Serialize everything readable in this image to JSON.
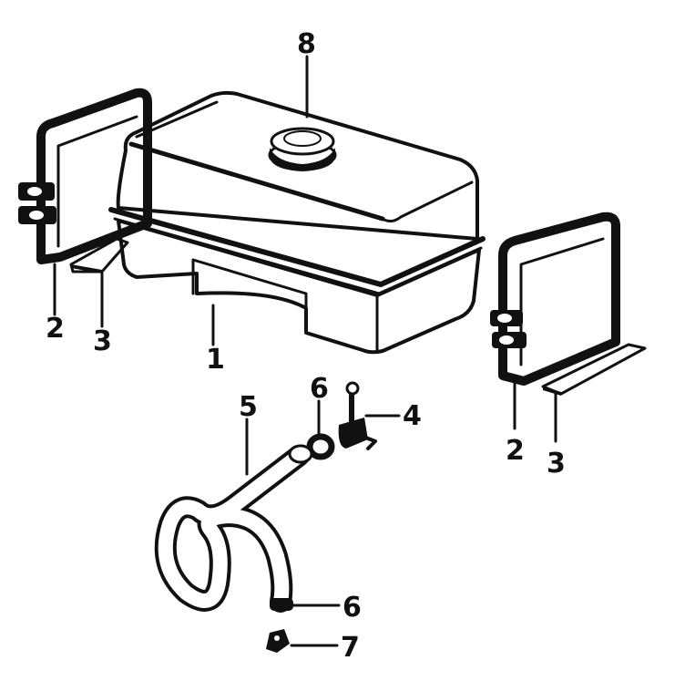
{
  "diagram": {
    "callouts": {
      "tank": "1",
      "strap_left": "2",
      "pad_left": "3",
      "strap_right": "2",
      "pad_right": "3",
      "shutoff_valve": "4",
      "fuel_line": "5",
      "clamp_top": "6",
      "clamp_bottom": "6",
      "fitting": "7",
      "cap": "8"
    },
    "colors": {
      "ink": "#111111",
      "paper": "#ffffff"
    }
  }
}
